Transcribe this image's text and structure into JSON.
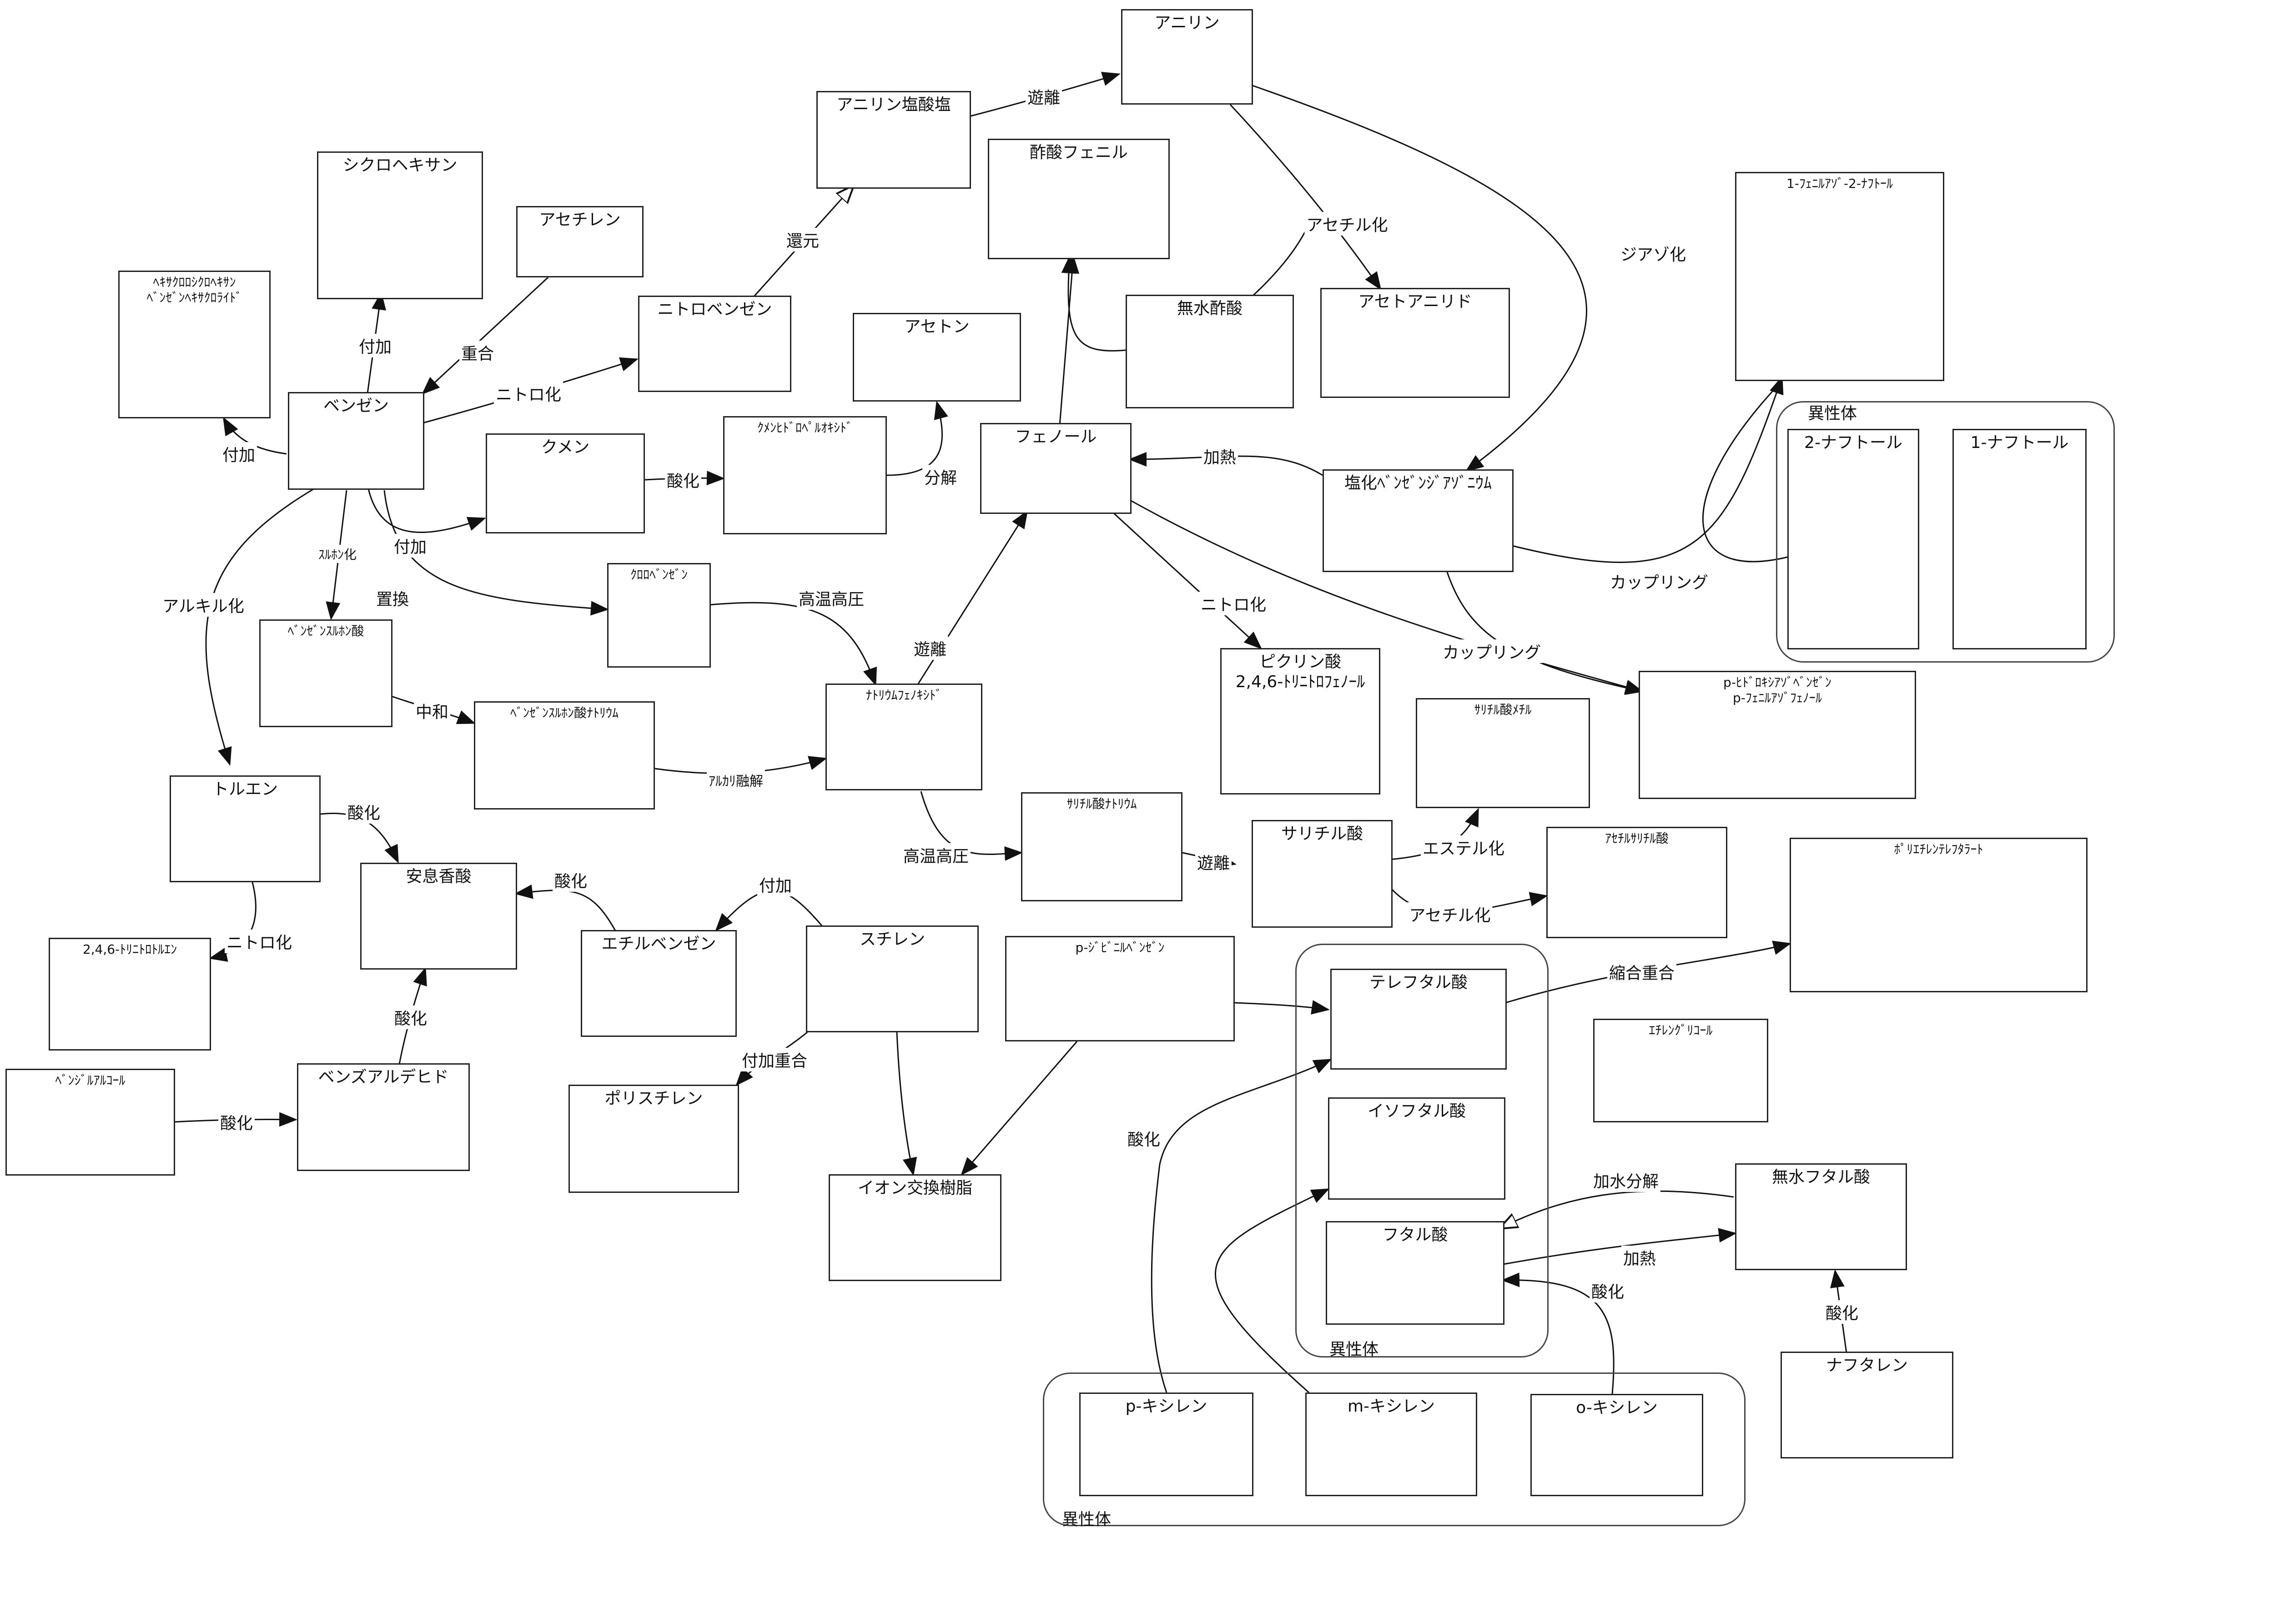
{
  "nodes": {
    "aniline": "アニリン",
    "anilineHCl": "アニリン塩酸塩",
    "phenylAcetate": "酢酸フェニル",
    "cyclohexane": "シクロヘキサン",
    "acetylene": "アセチレン",
    "bhc": "ﾍｷｻｸﾛﾛｼｸﾛﾍｷｻﾝ\nﾍﾞﾝｾﾞﾝﾍｷｻｸﾛﾗｲﾄﾞ",
    "nitrobenzene": "ニトロベンゼン",
    "acetone": "アセトン",
    "aceticAnhydride": "無水酢酸",
    "acetanilide": "アセトアニリド",
    "phenylazoNaphthol": "1-ﾌｪﾆﾙｱｿﾞ-2-ﾅﾌﾄｰﾙ",
    "benzene": "ベンゼン",
    "cumene": "クメン",
    "cumeneHP": "ｸﾒﾝﾋﾄﾞﾛﾍﾟﾙｵｷｼﾄﾞ",
    "phenol": "フェノール",
    "diazonium": "塩化ﾍﾞﾝｾﾞﾝｼﾞｱｿﾞﾆｳﾑ",
    "naphthol2": "2-ナフトール",
    "naphthol1": "1-ナフトール",
    "chlorobenzene": "ｸﾛﾛﾍﾞﾝｾﾞﾝ",
    "sulfonicAcid": "ﾍﾞﾝｾﾞﾝｽﾙﾎﾝ酸",
    "picricAcid": "ピクリン酸\n2,4,6-ﾄﾘﾆﾄﾛﾌｪﾉｰﾙ",
    "methylSalicylate": "ｻﾘﾁﾙ酸ﾒﾁﾙ",
    "hydroxyazobenzene": "p-ﾋﾄﾞﾛｷｼｱｿﾞﾍﾞﾝｾﾞﾝ\np-ﾌｪﾆﾙｱｿﾞﾌｪﾉｰﾙ",
    "naSulfonate": "ﾍﾞﾝｾﾞﾝｽﾙﾎﾝ酸ﾅﾄﾘｳﾑ",
    "naPhenoxide": "ﾅﾄﾘｳﾑﾌｪﾉｷｼﾄﾞ",
    "toluene": "トルエン",
    "naSalicylate": "ｻﾘﾁﾙ酸ﾅﾄﾘｳﾑ",
    "salicylicAcid": "サリチル酸",
    "aspirin": "ｱｾﾁﾙｻﾘﾁﾙ酸",
    "pet": "ﾎﾟﾘｴﾁﾚﾝﾃﾚﾌﾀﾗｰﾄ",
    "benzoicAcid": "安息香酸",
    "ethylbenzene": "エチルベンゼン",
    "styrene": "スチレン",
    "tnt": "2,4,6-ﾄﾘﾆﾄﾛﾄﾙｴﾝ",
    "divinylbenzene": "p-ｼﾞﾋﾞﾆﾙﾍﾞﾝｾﾞﾝ",
    "terephthalic": "テレフタル酸",
    "ethyleneGlycol": "ｴﾁﾚﾝｸﾞﾘｺｰﾙ",
    "benzylAlcohol": "ﾍﾞﾝｼﾞﾙｱﾙｺｰﾙ",
    "benzaldehyde": "ベンズアルデヒド",
    "polystyrene": "ポリスチレン",
    "isophthalic": "イソフタル酸",
    "ionResin": "イオン交換樹脂",
    "phthalicAnhydride": "無水フタル酸",
    "phthalic": "フタル酸",
    "naphthalene": "ナフタレン",
    "pXylene": "p-キシレン",
    "mXylene": "m-キシレン",
    "oXylene": "o-キシレン"
  },
  "groups": {
    "naphtholIsomers": "異性体",
    "phthalicIsomers": "異性体",
    "xyleneIsomers": "異性体"
  },
  "edges": {
    "liberation": "遊離",
    "acetylation": "アセチル化",
    "reduction": "還元",
    "diazotization": "ジアゾ化",
    "polymerization": "重合",
    "addition1": "付加",
    "nitration1": "ニトロ化",
    "addition2": "付加",
    "oxidation1": "酸化",
    "decomposition": "分解",
    "heating1": "加熱",
    "sulfonation": "ｽﾙﾎﾝ化",
    "addition3": "付加",
    "substitution": "置換",
    "alkylation": "アルキル化",
    "coupling1": "カップリング",
    "highTempPressure1": "高温高圧",
    "liberation2": "遊離",
    "nitration2": "ニトロ化",
    "coupling2": "カップリング",
    "neutralization": "中和",
    "alkaliFusion": "ｱﾙｶﾘ融解",
    "oxidation2": "酸化",
    "highTempPressure2": "高温高圧",
    "liberation3": "遊離",
    "esterification": "エステル化",
    "nitration3": "ニトロ化",
    "oxidation3": "酸化",
    "addition4": "付加",
    "acetylation2": "アセチル化",
    "condensationPolymerization": "縮合重合",
    "oxidation4": "酸化",
    "additionPolymerization": "付加重合",
    "oxidation5": "酸化",
    "oxidation6": "酸化",
    "hydrolysis": "加水分解",
    "heating2": "加熱",
    "oxidation7": "酸化",
    "oxidation8": "酸化"
  }
}
